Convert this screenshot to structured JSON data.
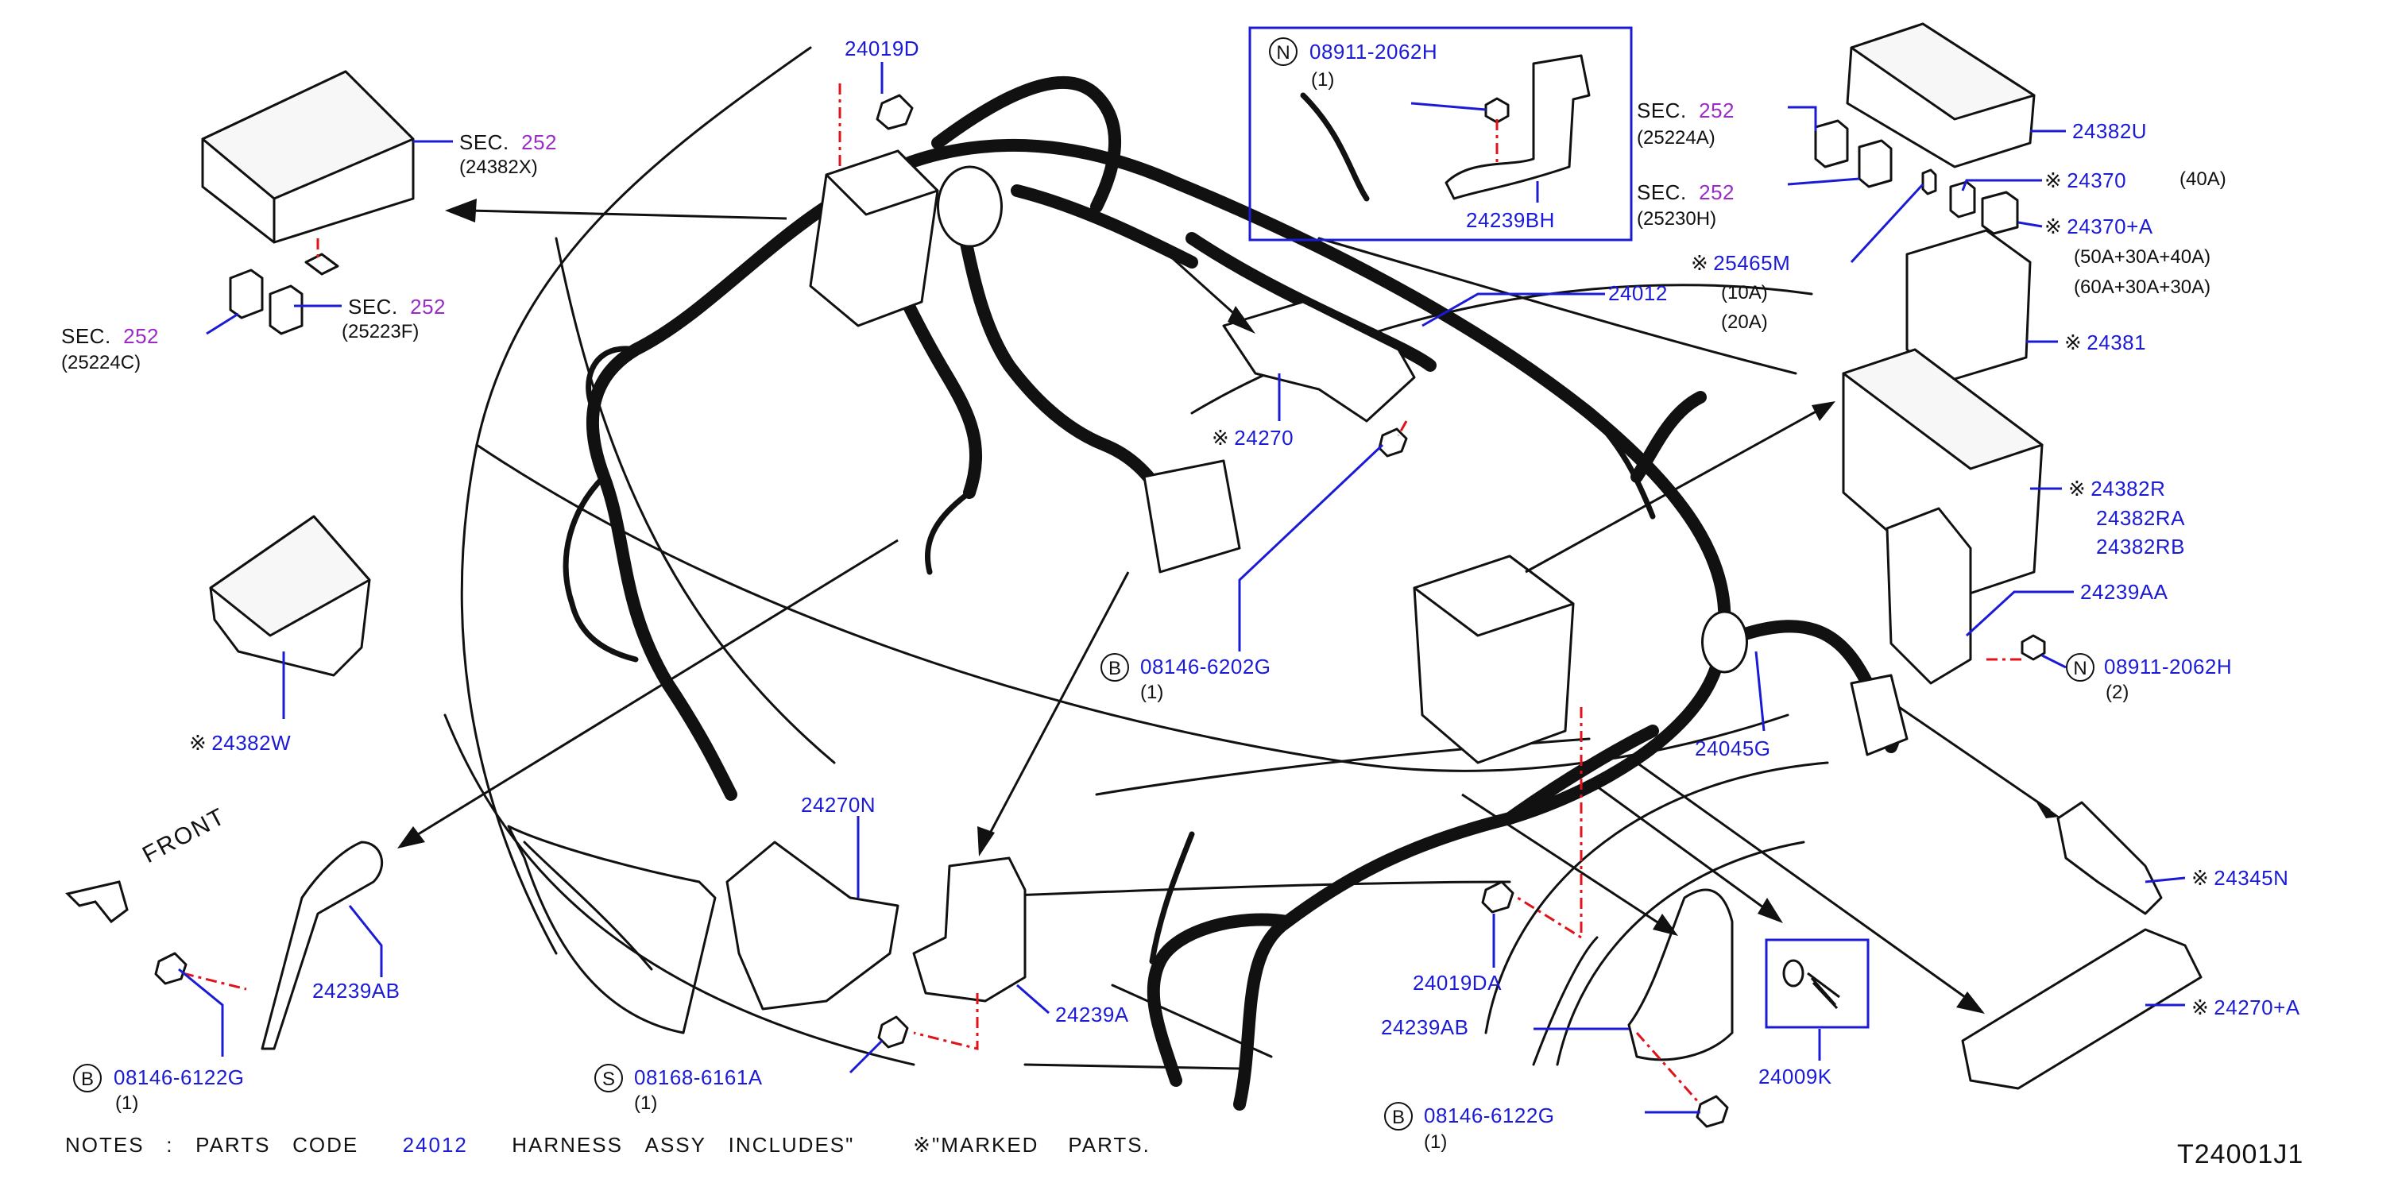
{
  "colors": {
    "part": "#1b1bd6",
    "section": "#9a2bc7",
    "line": "#111111",
    "leader": "#1b1bd6",
    "centerline": "#e0121a"
  },
  "direction": "FRONT",
  "marker": "※",
  "parts": {
    "p24019D": "24019D",
    "p24382U": "24382U",
    "p24370": "24370",
    "p24370A": "24370+A",
    "p24381": "24381",
    "p25465M": "25465M",
    "p24012": "24012",
    "p24270": "24270",
    "p24382R": "24382R",
    "p24382RA": "24382RA",
    "p24382RB": "24382RB",
    "p24239AA": "24239AA",
    "p24239BH": "24239BH",
    "p24382W": "24382W",
    "p24045G": "24045G",
    "p24345N": "24345N",
    "p24270A": "24270+A",
    "p24270N": "24270N",
    "p24239A": "24239A",
    "p24239AB_left": "24239AB",
    "p24239AB_right": "24239AB",
    "p24019DA": "24019DA",
    "p24009K": "24009K"
  },
  "fasteners": {
    "n_top": {
      "sym": "N",
      "code": "08911-2062H",
      "qty": "(1)"
    },
    "n_right": {
      "sym": "N",
      "code": "08911-2062H",
      "qty": "(2)"
    },
    "b_center": {
      "sym": "B",
      "code": "08146-6202G",
      "qty": "(1)"
    },
    "b_left": {
      "sym": "B",
      "code": "08146-6122G",
      "qty": "(1)"
    },
    "s_mid": {
      "sym": "S",
      "code": "08168-6161A",
      "qty": "(1)"
    },
    "b_bottom": {
      "sym": "B",
      "code": "08146-6122G",
      "qty": "(1)"
    }
  },
  "sections": {
    "sec_24382X": {
      "label": "SEC.",
      "num": "252",
      "sub": "(24382X)"
    },
    "sec_25223F": {
      "label": "SEC.",
      "num": "252",
      "sub": "(25223F)"
    },
    "sec_25224C": {
      "label": "SEC.",
      "num": "252",
      "sub": "(25224C)"
    },
    "sec_25224A": {
      "label": "SEC.",
      "num": "252",
      "sub": "(25224A)"
    },
    "sec_25230H": {
      "label": "SEC.",
      "num": "252",
      "sub": "(25230H)"
    }
  },
  "ratings": {
    "r_40A": "(40A)",
    "r_50A": "(50A+30A+40A)",
    "r_60A": "(60A+30A+30A)",
    "r_10A": "(10A)",
    "r_20A": "(20A)"
  },
  "notes": {
    "n1": "NOTES",
    "n2": ":",
    "n3": "PARTS",
    "n4": "CODE",
    "code": "24012",
    "n5": "HARNESS",
    "n6": "ASSY",
    "n7": "INCLUDES\"",
    "n8": "\"MARKED",
    "n9": "PARTS."
  },
  "diagram_code": "T24001J1"
}
